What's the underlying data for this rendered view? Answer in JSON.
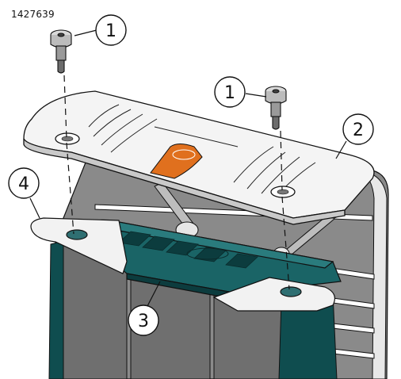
{
  "figure_id": "1427639",
  "callouts": [
    {
      "label": "1"
    },
    {
      "label": "1"
    },
    {
      "label": "2"
    },
    {
      "label": "3"
    },
    {
      "label": "4"
    }
  ],
  "colors": {
    "bracket": "#0f4d4f",
    "bracket_top": "#1f6b6d",
    "plate": "#f2f2f2",
    "backrest": "#7d7d7d",
    "logo_accent": "#e0701e",
    "outline": "#111111"
  },
  "icons": [
    "screw-icon"
  ]
}
